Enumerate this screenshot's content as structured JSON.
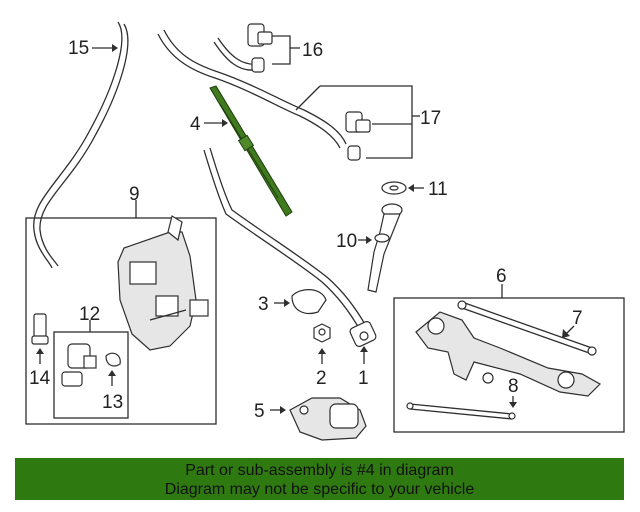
{
  "callouts": {
    "c1": "1",
    "c2": "2",
    "c3": "3",
    "c4": "4",
    "c5": "5",
    "c6": "6",
    "c7": "7",
    "c8": "8",
    "c9": "9",
    "c10": "10",
    "c11": "11",
    "c12": "12",
    "c13": "13",
    "c14": "14",
    "c15": "15",
    "c16": "16",
    "c17": "17"
  },
  "banner": {
    "line1": "Part or sub-assembly is #4 in diagram",
    "line2": "Diagram may not be specific to your vehicle"
  },
  "colors": {
    "highlight": "#3f7a1e",
    "banner_bg": "#2f7a10",
    "banner_text": "#111111",
    "line": "#2e2e2e"
  }
}
